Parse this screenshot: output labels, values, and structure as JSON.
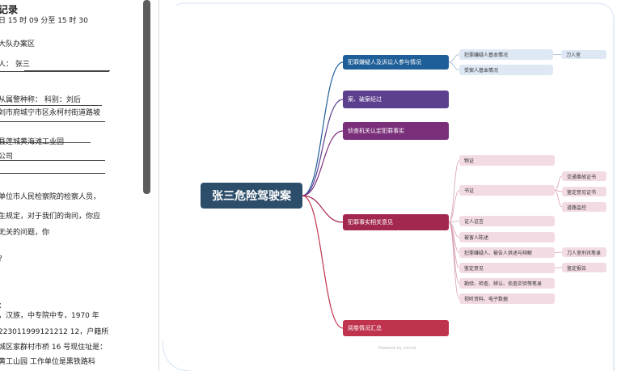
{
  "document": {
    "lines": [
      "记录",
      "日 15 时 09 分至 15 时 30",
      "大队办案区",
      "人：  张三",
      "从属警种称：         科别：刘后",
      "刘市府城宁市区永柯村街道路坡",
      "县莲城黄海滩工业园",
      "公司",
      "",
      "单位市人民检察院的检察人员，",
      "生规定，对于我们的询问，你应",
      "无关的问题，你",
      "？",
      "：",
      "，汉族，中专院中专，1970 年",
      "223011999121212 12，户籍所",
      "城区家群村市桥 16 号现住址是：",
      "黄工山园  工作单位是黑铁路科"
    ]
  },
  "mindmap": {
    "root": "张三危险驾驶案",
    "branches": [
      {
        "label": "犯罪嫌疑人及诉讼人参与情况",
        "color": "#1f5f99",
        "children": [
          {
            "label": "犯罪嫌疑人基本情况",
            "children": [
              "刀人室"
            ]
          },
          {
            "label": "受案人基本情况",
            "children": []
          }
        ]
      },
      {
        "label": "案、破案经过",
        "color": "#5d3f8f",
        "children": []
      },
      {
        "label": "侦查机关认定犯罪事实",
        "color": "#7a2f7a",
        "children": []
      },
      {
        "label": "犯罪事实相关意见",
        "color": "#a3284f",
        "children": [
          {
            "label": "物证",
            "children": []
          },
          {
            "label": "书证",
            "children": [
              "交通事故证书",
              "鉴定意见证书",
              "道路监控"
            ]
          },
          {
            "label": "证人证言",
            "children": []
          },
          {
            "label": "被害人陈述",
            "children": []
          },
          {
            "label": "犯罪嫌疑人、被告人供述与辩解",
            "children": [
              "刀人室刑讯笔录"
            ]
          },
          {
            "label": "鉴定意见",
            "children": [
              "鉴定报告"
            ]
          },
          {
            "label": "勘验、检查、辨认、侦查实验等笔录",
            "children": []
          },
          {
            "label": "视听资料、电子数据",
            "children": []
          }
        ]
      },
      {
        "label": "阅卷情况汇总",
        "color": "#c0334d",
        "children": []
      }
    ],
    "watermark": "Powered by xmind",
    "colors": {
      "root": "#2d4e6b",
      "link": "#9aa6b2",
      "leaf_bg": "#f3dbe3",
      "leaf_bg_blue": "#dde8f4"
    }
  }
}
